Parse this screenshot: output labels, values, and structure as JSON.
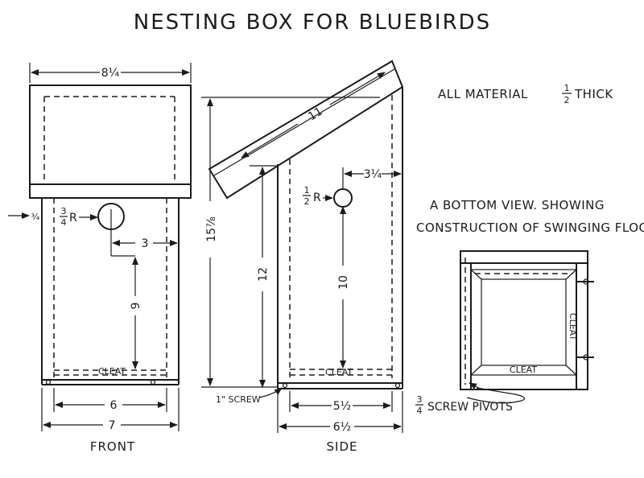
{
  "title": "NESTING BOX FOR BLUEBIRDS",
  "notes": {
    "material_prefix": "ALL MATERIAL",
    "material_fraction_num": "1",
    "material_fraction_den": "2",
    "material_suffix": "THICK",
    "bottom_view_line1": "A BOTTOM VIEW. SHOWING",
    "bottom_view_line2": "CONSTRUCTION OF SWINGING FLOOR",
    "screw_label": "1\" SCREW",
    "screw_pivots_num": "3",
    "screw_pivots_den": "4",
    "screw_pivots_text": "SCREW PIVOTS"
  },
  "views": {
    "front": "FRONT",
    "side": "SIDE"
  },
  "dimensions": {
    "top_width": "8¼",
    "total_height": "15⅞",
    "roof_length": "11",
    "hole_offset_side": "3¼",
    "hole_radius_front_num": "3",
    "hole_radius_front_den": "4",
    "hole_radius_front_suffix": "R",
    "hole_radius_side_num": "1",
    "hole_radius_side_den": "2",
    "hole_radius_side_suffix": "R",
    "edge_inset": "¾",
    "hole_horizontal": "3",
    "hole_height_front": "9",
    "side_height": "12",
    "hole_height_side": "10",
    "front_inner_width": "6",
    "front_outer_width": "7",
    "side_inner_width": "5½",
    "side_outer_width": "6½"
  },
  "cleats": {
    "front": "CLEAT",
    "side": "CLEAT",
    "bottom_right": "CLEAT",
    "bottom_lower": "CLEAT"
  }
}
